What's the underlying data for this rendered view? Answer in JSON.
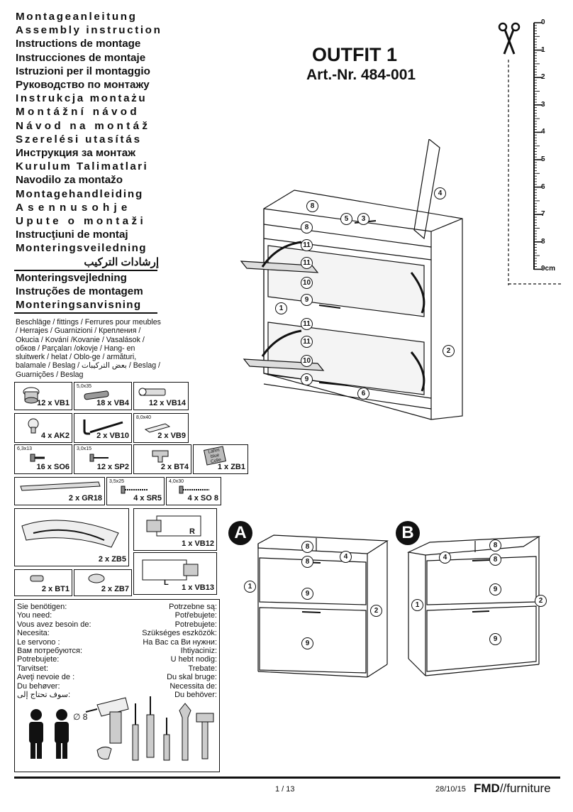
{
  "titles": [
    "Montageanleitung",
    "Assembly instruction",
    "Instructions de montage",
    "Instrucciones de montaje",
    "Istruzioni per il montaggio",
    "Руководство по монтажу",
    "Instrukcja montażu",
    "Montážní návod",
    "Návod na montáž",
    "Szerelési utasítás",
    "Инструкция за монтаж",
    "Kurulum Talimatlari",
    "Navodilo za montažo",
    "Montagehandleiding",
    "Asennusohje",
    "Upute o montaži",
    "Instrucţiuni de montaj",
    "Monteringsveiledning",
    "إرشادات التركيب",
    "Monteringsvejledning",
    "Instruções de montagem",
    "Monteringsanvisning"
  ],
  "product": {
    "name": "OUTFIT 1",
    "art_nr": "Art.-Nr. 484-001"
  },
  "ruler": {
    "ticks": [
      "0",
      "1",
      "2",
      "3",
      "4",
      "5",
      "6",
      "7",
      "8",
      "9cm"
    ]
  },
  "fittings_text": "Beschläge / fittings / Ferrures pour meubles / Herrajes / Guarnizioni / Крепления / Okucia / Kování /Kovanie / Vasalások / обков / Parçaları /okovje / Hang- en sluitwerk / helat / Oblo-ge / armături, balamale / Beslag / بعض التركيبات / Beslag / Guarnições / Beslag",
  "parts": [
    {
      "label": "12 x VB1",
      "dim": ""
    },
    {
      "label": "18 x VB4",
      "dim": "5,0x35"
    },
    {
      "label": "12 x VB14",
      "dim": ""
    },
    {
      "label": "4 x AK2",
      "dim": ""
    },
    {
      "label": "2 x VB10",
      "dim": ""
    },
    {
      "label": "2 x VB9",
      "dim": "8,0x40"
    },
    {
      "label": "16 x SO6",
      "dim": "6,3x13"
    },
    {
      "label": "12 x SP2",
      "dim": "3,0x15"
    },
    {
      "label": "2 x BT4",
      "dim": ""
    },
    {
      "label": "1 x ZB1",
      "dim": ""
    },
    {
      "label": "2 x GR18",
      "dim": ""
    },
    {
      "label": "4 x SR5",
      "dim": "3,5x25"
    },
    {
      "label": "4 x SO 8",
      "dim": "4,0x30"
    },
    {
      "label": "2 x ZB5",
      "dim": ""
    },
    {
      "label": "1 x VB12",
      "dim": "",
      "letter": "R"
    },
    {
      "label": "1 x VB13",
      "dim": "",
      "letter": "L"
    },
    {
      "label": "2 x BT1",
      "dim": ""
    },
    {
      "label": "2 x ZB7",
      "dim": ""
    }
  ],
  "zb1_text": "Lahm blue Colle",
  "you_need_left": [
    "Sie benötigen:",
    "You need:",
    "Vous avez besoin de:",
    "Necesita:",
    "Le servono :",
    "Вам потребуются:",
    "Potrebujete:",
    "Tarvitset:",
    "Aveţi nevoie de :",
    "Du behøver:",
    "سوف تحتاج إلى:"
  ],
  "you_need_right": [
    "Potrzebne są:",
    "Potřebujete:",
    "Potrebujete:",
    "Szükséges eszközök:",
    "На Вас са Ви нужни:",
    "Ihtiyaciniz:",
    "U hebt nodig:",
    "Trebate:",
    "Du skal bruge:",
    "Necessita de:",
    "Du behöver:"
  ],
  "drill_label": "∅ 8",
  "main_callouts": [
    "8",
    "5",
    "3",
    "4",
    "8",
    "11",
    "11",
    "10",
    "9",
    "1",
    "11",
    "11",
    "10",
    "9",
    "6",
    "2"
  ],
  "variant_a": {
    "letter": "A",
    "callouts": [
      "8",
      "8",
      "4",
      "1",
      "9",
      "9",
      "2"
    ]
  },
  "variant_b": {
    "letter": "B",
    "callouts": [
      "8",
      "4",
      "8",
      "2",
      "9",
      "9",
      "1"
    ]
  },
  "footer": {
    "page": "1 / 13",
    "date": "28/10/15",
    "brand_bold": "FMD",
    "brand_rest": "//furniture"
  }
}
